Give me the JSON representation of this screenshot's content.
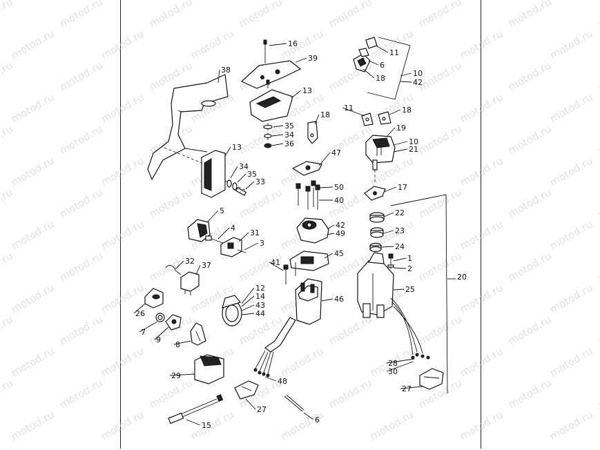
{
  "watermark": {
    "text": "motod.ru"
  },
  "callouts": [
    {
      "text": "16"
    },
    {
      "text": "39"
    },
    {
      "text": "38"
    },
    {
      "text": "13"
    },
    {
      "text": "18"
    },
    {
      "text": "35"
    },
    {
      "text": "34"
    },
    {
      "text": "36"
    },
    {
      "text": "13"
    },
    {
      "text": "34"
    },
    {
      "text": "35"
    },
    {
      "text": "33"
    },
    {
      "text": "11"
    },
    {
      "text": "6"
    },
    {
      "text": "18"
    },
    {
      "text": "10"
    },
    {
      "text": "42"
    },
    {
      "text": "11"
    },
    {
      "text": "18"
    },
    {
      "text": "19"
    },
    {
      "text": "10"
    },
    {
      "text": "21"
    },
    {
      "text": "47"
    },
    {
      "text": "50"
    },
    {
      "text": "40"
    },
    {
      "text": "17"
    },
    {
      "text": "5"
    },
    {
      "text": "4"
    },
    {
      "text": "31"
    },
    {
      "text": "3"
    },
    {
      "text": "42"
    },
    {
      "text": "49"
    },
    {
      "text": "22"
    },
    {
      "text": "23"
    },
    {
      "text": "24"
    },
    {
      "text": "45"
    },
    {
      "text": "41"
    },
    {
      "text": "1"
    },
    {
      "text": "2"
    },
    {
      "text": "32"
    },
    {
      "text": "37"
    },
    {
      "text": "20"
    },
    {
      "text": "12"
    },
    {
      "text": "14"
    },
    {
      "text": "43"
    },
    {
      "text": "44"
    },
    {
      "text": "25"
    },
    {
      "text": "46"
    },
    {
      "text": "26"
    },
    {
      "text": "7"
    },
    {
      "text": "9"
    },
    {
      "text": "8"
    },
    {
      "text": "29"
    },
    {
      "text": "28"
    },
    {
      "text": "30"
    },
    {
      "text": "48"
    },
    {
      "text": "27"
    },
    {
      "text": "27"
    },
    {
      "text": "6"
    },
    {
      "text": "15"
    }
  ]
}
